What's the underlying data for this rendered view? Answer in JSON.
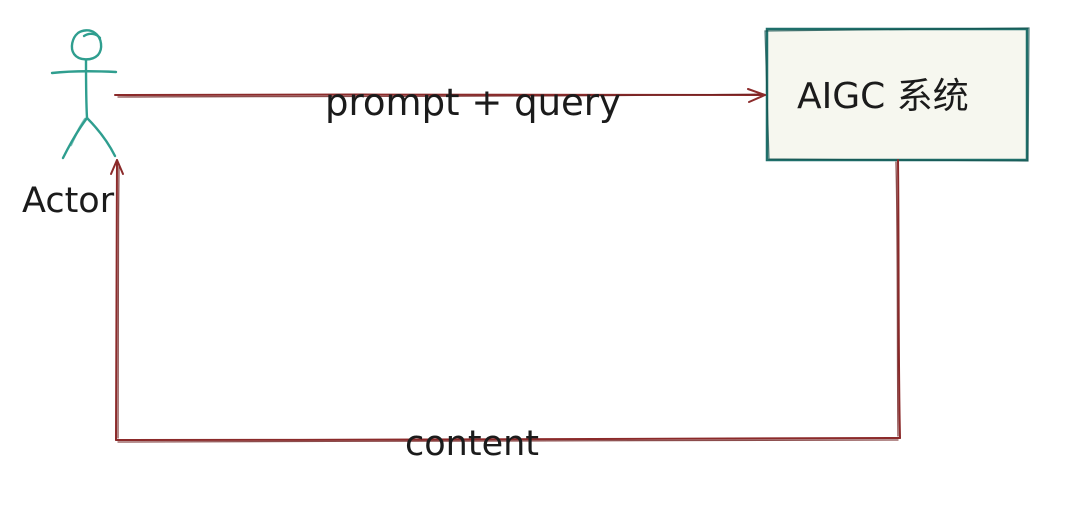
{
  "actor": {
    "label": "Actor"
  },
  "system": {
    "label": "AIGC 系统"
  },
  "edges": {
    "request_label": "prompt + query",
    "response_label": "content"
  },
  "colors": {
    "actor": "#2f9e8f",
    "arrow": "#8b2a2a",
    "box_border": "#1f6f6a",
    "box_fill": "#f6f7ef",
    "text": "#1b1b1b"
  }
}
